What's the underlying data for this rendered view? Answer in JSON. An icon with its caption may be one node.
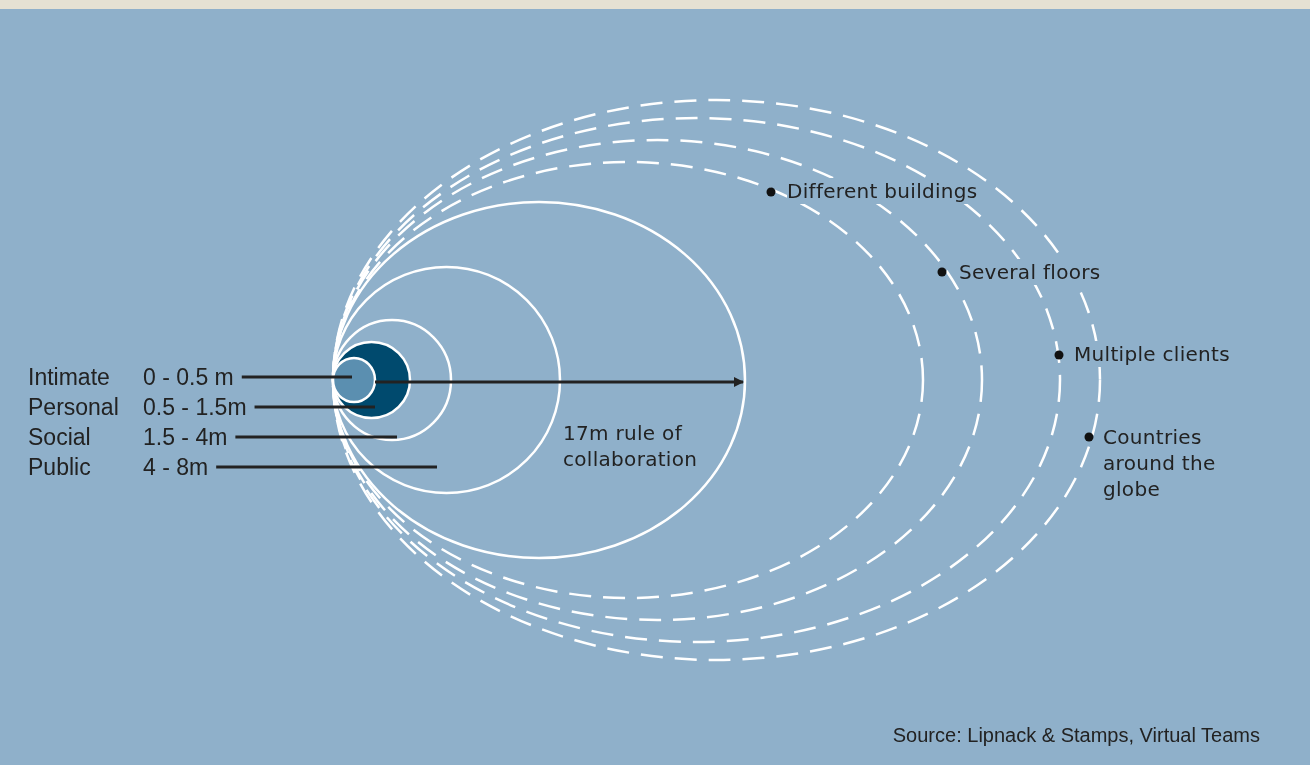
{
  "diagram": {
    "caption": "Source: Lipnack & Stamps, Virtual Teams",
    "nodes": [
      {
        "text": [
          "Intimate",
          "0 - 0.5 m"
        ]
      },
      {
        "text": [
          "Personal",
          "0.5 - 1.5m"
        ]
      },
      {
        "text": [
          "Social",
          "1.5 - 4m"
        ]
      },
      {
        "text": [
          "Public",
          "4 - 8m"
        ]
      },
      {
        "text": [],
        "shape": "circle"
      },
      {
        "text": [],
        "shape": "circle",
        "in": 4
      },
      {
        "text": [],
        "shape": "circle",
        "in": 5
      },
      {
        "text": [],
        "shape": "circle",
        "in": 6
      }
    ],
    "edges": [
      {
        "from": 0,
        "to": 7,
        "arrow": "none"
      },
      {
        "from": 1,
        "to": 6,
        "arrow": "none"
      },
      {
        "from": 2,
        "to": 5,
        "arrow": "none"
      },
      {
        "from": 3,
        "to": 4,
        "arrow": "none"
      }
    ],
    "labels": [
      "17m rule of collaboration",
      "Different buildings",
      "Several floors",
      "Multiple clients",
      "Countries around the globe"
    ]
  }
}
